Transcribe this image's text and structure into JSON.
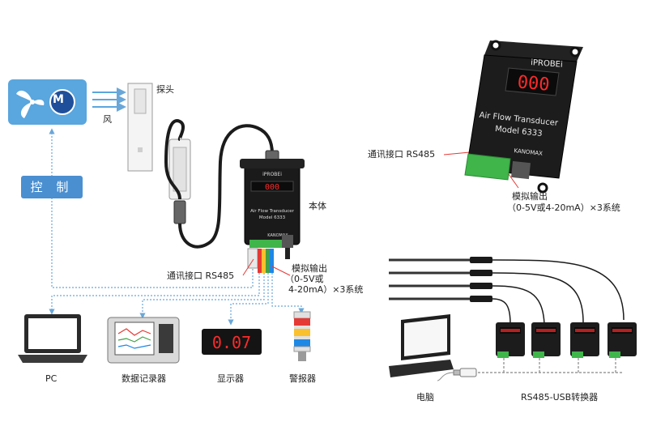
{
  "labels": {
    "probe": "探头",
    "wind": "风",
    "control": "控 制",
    "main_unit": "本体",
    "rs485_left": "通讯接口 RS485",
    "analog_left_1": "模拟输出",
    "analog_left_2": "（0-5V或",
    "analog_left_3": "4-20mA）×3系统",
    "rs485_right": "通讯接口 RS485",
    "analog_right_1": "模拟输出",
    "analog_right_2": "（0-5V或4-20mA）×3系统",
    "pc": "PC",
    "data_logger": "数据记录器",
    "display": "显示器",
    "alarm": "警报器",
    "computer": "电脑",
    "converter": "RS485-USB转换器"
  },
  "fan": {
    "letter": "M"
  },
  "device": {
    "brand": "iPROBEi",
    "title_line1": "Air Flow Transducer",
    "title_line2": "Model 6333",
    "maker": "KANOMAX",
    "readout": "000"
  },
  "display_value": "0.07",
  "colors": {
    "fan_box": "#5aa6de",
    "control_button": "#4a8fd0",
    "flow_line": "#6aa7d8",
    "alarm_red": "#e53935",
    "alarm_yellow": "#fbc02d",
    "alarm_blue": "#1e88e5",
    "segment_red": "#ff2a2a"
  }
}
